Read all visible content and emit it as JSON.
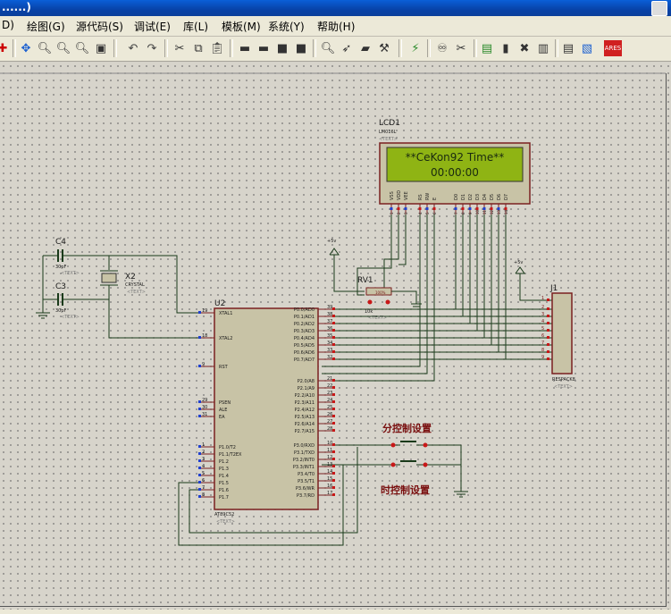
{
  "window": {
    "title": "......)"
  },
  "menu": [
    {
      "label": "D)"
    },
    {
      "label": "绘图(G)"
    },
    {
      "label": "源代码(S)"
    },
    {
      "label": "调试(E)"
    },
    {
      "label": "库(L)"
    },
    {
      "label": "模板(M)"
    },
    {
      "label": "系统(Y)"
    },
    {
      "label": "帮助(H)"
    }
  ],
  "toolbar_icons": [
    "crosshair-icon",
    "zoom-in-icon",
    "zoom-out-icon",
    "zoom-all-icon",
    "zoom-area-icon",
    "undo-icon",
    "redo-icon",
    "cut-icon",
    "copy-icon",
    "paste-icon",
    "block-copy-icon",
    "block-move-icon",
    "block-rotate-icon",
    "block-delete-icon",
    "pick-device-icon",
    "make-device-icon",
    "packaging-tool-icon",
    "decompose-icon",
    "wire-autoroute-icon",
    "search-tag-icon",
    "property-assign-icon",
    "new-sheet-icon",
    "remove-sheet-icon",
    "netlist-icon",
    "bill-of-materials-icon",
    "electrical-rules-icon",
    "ares-icon"
  ],
  "schematic": {
    "lcd": {
      "ref": "LCD1",
      "part": "LM016L",
      "text": "<TEXT>",
      "line1": "**CeKon92 Time**",
      "line2": "00:00:00",
      "pins": [
        "VSS",
        "VDD",
        "VEE",
        "RS",
        "RW",
        "E",
        "D0",
        "D1",
        "D2",
        "D3",
        "D4",
        "D5",
        "D6",
        "D7"
      ]
    },
    "c4": {
      "ref": "C4",
      "value": "30pF",
      "text": "<TEXT>"
    },
    "c3": {
      "ref": "C3",
      "value": "30pF",
      "text": "<TEXT>"
    },
    "x2": {
      "ref": "X2",
      "value": "CRYSTAL",
      "text": "<TEXT>"
    },
    "rv1": {
      "ref": "RV1",
      "value": "10k",
      "text": "<TEXT>",
      "pct": "100%"
    },
    "u2": {
      "ref": "U2",
      "part": "AT89C52",
      "text": "<TEXT>",
      "left_pins": [
        [
          "19",
          "XTAL1"
        ],
        [
          "18",
          "XTAL2"
        ],
        [
          "9",
          "RST"
        ],
        [
          "29",
          "PSEN"
        ],
        [
          "30",
          "ALE"
        ],
        [
          "31",
          "EA"
        ],
        [
          "1",
          "P1.0/T2"
        ],
        [
          "2",
          "P1.1/T2EX"
        ],
        [
          "3",
          "P1.2"
        ],
        [
          "4",
          "P1.3"
        ],
        [
          "5",
          "P1.4"
        ],
        [
          "6",
          "P1.5"
        ],
        [
          "7",
          "P1.6"
        ],
        [
          "8",
          "P1.7"
        ]
      ],
      "right_pins": [
        [
          "39",
          "P0.0/AD0"
        ],
        [
          "38",
          "P0.1/AD1"
        ],
        [
          "37",
          "P0.2/AD2"
        ],
        [
          "36",
          "P0.3/AD3"
        ],
        [
          "35",
          "P0.4/AD4"
        ],
        [
          "34",
          "P0.5/AD5"
        ],
        [
          "33",
          "P0.6/AD6"
        ],
        [
          "32",
          "P0.7/AD7"
        ],
        [
          "21",
          "P2.0/A8"
        ],
        [
          "22",
          "P2.1/A9"
        ],
        [
          "23",
          "P2.2/A10"
        ],
        [
          "24",
          "P2.3/A11"
        ],
        [
          "25",
          "P2.4/A12"
        ],
        [
          "26",
          "P2.5/A13"
        ],
        [
          "27",
          "P2.6/A14"
        ],
        [
          "28",
          "P2.7/A15"
        ],
        [
          "10",
          "P3.0/RXD"
        ],
        [
          "11",
          "P3.1/TXD"
        ],
        [
          "12",
          "P3.2/INT0"
        ],
        [
          "13",
          "P3.3/INT1"
        ],
        [
          "14",
          "P3.4/T0"
        ],
        [
          "15",
          "P3.5/T1"
        ],
        [
          "16",
          "P3.6/WR"
        ],
        [
          "17",
          "P3.7/RD"
        ]
      ]
    },
    "j1": {
      "ref": "J1",
      "part": "RESPACK8",
      "text": "<TEXT>",
      "pins": [
        "1",
        "2",
        "3",
        "4",
        "5",
        "6",
        "7",
        "8",
        "9"
      ]
    },
    "power_label": "+5v",
    "btn_min": "分控制设置",
    "btn_hour": "时控制设置"
  }
}
